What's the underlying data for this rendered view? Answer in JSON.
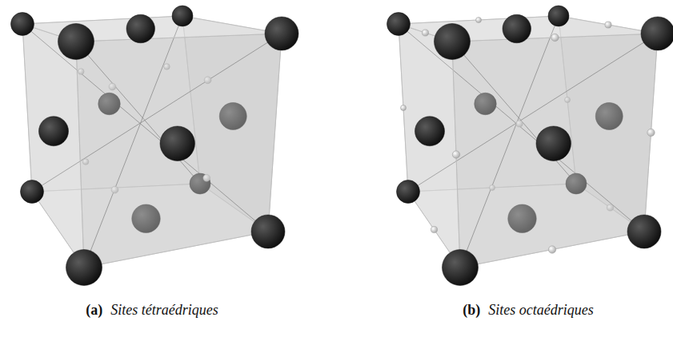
{
  "diagram": {
    "labels": [
      "(a)",
      "Sites tétraédriques",
      "(b)",
      "Sites octaédriques"
    ]
  }
}
